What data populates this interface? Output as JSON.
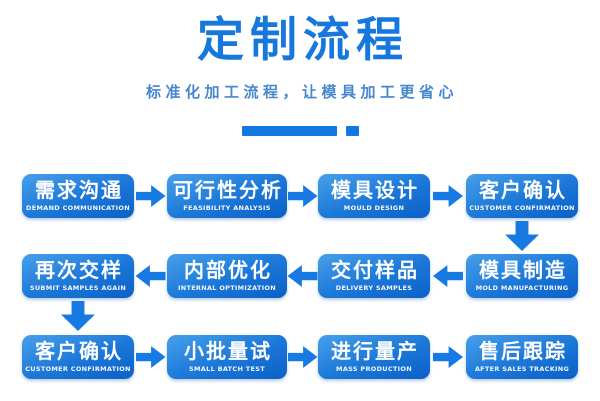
{
  "header": {
    "title": "定制流程",
    "subtitle": "标准化加工流程，让模具加工更省心"
  },
  "colors": {
    "title_blue": "#1677dd",
    "subtitle_blue": "#4687cf",
    "arrow_blue": "#1779e2",
    "box_gradient_top": "#47a0ea",
    "box_gradient_bottom": "#0b60c6",
    "box_text": "#ffffff",
    "background": "#ffffff"
  },
  "flow": {
    "rows": [
      {
        "flow_direction": "right",
        "steps": [
          {
            "zh": "需求沟通",
            "en": "DEMAND COMMUNICATION"
          },
          {
            "zh": "可行性分析",
            "en": "FEASIBILITY ANALYSIS"
          },
          {
            "zh": "模具设计",
            "en": "MOULD DESIGN"
          },
          {
            "zh": "客户确认",
            "en": "CUSTOMER CONFIRMATION"
          }
        ]
      },
      {
        "flow_direction": "left",
        "steps": [
          {
            "zh": "再次交样",
            "en": "SUBMIT SAMPLES AGAIN"
          },
          {
            "zh": "内部优化",
            "en": "INTERNAL OPTIMIZATION"
          },
          {
            "zh": "交付样品",
            "en": "DELIVERY SAMPLES"
          },
          {
            "zh": "模具制造",
            "en": "MOLD MANUFACTURING"
          }
        ]
      },
      {
        "flow_direction": "right",
        "steps": [
          {
            "zh": "客户确认",
            "en": "CUSTOMER CONFIRMATION"
          },
          {
            "zh": "小批量试",
            "en": "SMALL BATCH TEST"
          },
          {
            "zh": "进行量产",
            "en": "MASS PRODUCTION"
          },
          {
            "zh": "售后跟踪",
            "en": "AFTER SALES TRACKING"
          }
        ]
      }
    ]
  }
}
